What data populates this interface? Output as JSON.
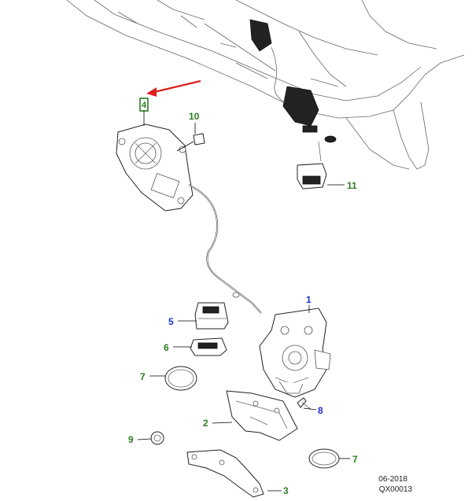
{
  "callouts": [
    {
      "id": "1",
      "label": "1",
      "color": "#1a2fd0"
    },
    {
      "id": "2",
      "label": "2",
      "color": "#2a7d1f"
    },
    {
      "id": "3",
      "label": "3",
      "color": "#2a7d1f"
    },
    {
      "id": "4",
      "label": "4",
      "color": "#2a7d1f"
    },
    {
      "id": "5",
      "label": "5",
      "color": "#1a2fd0"
    },
    {
      "id": "6",
      "label": "6",
      "color": "#2a7d1f"
    },
    {
      "id": "7a",
      "label": "7",
      "color": "#2a7d1f"
    },
    {
      "id": "7b",
      "label": "7",
      "color": "#2a7d1f"
    },
    {
      "id": "8",
      "label": "8",
      "color": "#1a2fd0"
    },
    {
      "id": "9",
      "label": "9",
      "color": "#2a7d1f"
    },
    {
      "id": "10",
      "label": "10",
      "color": "#2a7d1f"
    },
    {
      "id": "11",
      "label": "11",
      "color": "#2a7d1f"
    }
  ],
  "highlight_arrow_color": "#e01e1e",
  "footer": {
    "date": "06-2018",
    "ref": "QX00013"
  }
}
